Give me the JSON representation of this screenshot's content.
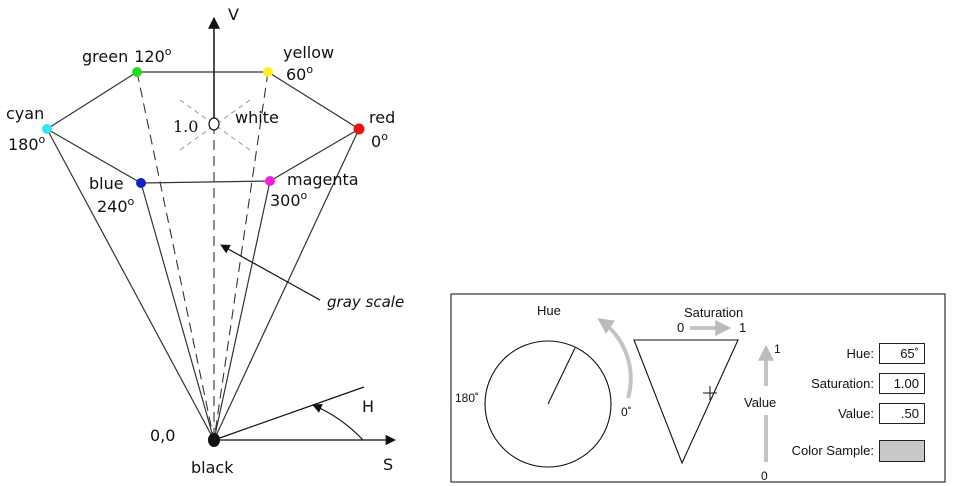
{
  "cone": {
    "axis_v": "V",
    "axis_s": "S",
    "angle_h": "H",
    "origin": "0,0",
    "black_label": "black",
    "white_label": "white",
    "white_value": "1.0",
    "gray_scale_label": "gray scale",
    "vertices": [
      {
        "name": "green",
        "deg": "120",
        "color": "#22dd22"
      },
      {
        "name": "yellow",
        "deg": "60",
        "color": "#ffee22"
      },
      {
        "name": "red",
        "deg": "0",
        "color": "#ee1111"
      },
      {
        "name": "cyan",
        "deg": "180",
        "color": "#33e5ee"
      },
      {
        "name": "blue",
        "deg": "240",
        "color": "#1122cc"
      },
      {
        "name": "magenta",
        "deg": "300",
        "color": "#ee22dd"
      }
    ],
    "degree_mark": "o"
  },
  "picker": {
    "hue_title": "Hue",
    "saturation_title": "Saturation",
    "sat_min": "0",
    "sat_max": "1",
    "label_180": "180˚",
    "label_0": "0˚",
    "value_axis_label": "Value",
    "value_top": "1",
    "value_bottom": "0",
    "fields": {
      "hue_label": "Hue:",
      "hue_value": "65˚",
      "saturation_label": "Saturation:",
      "saturation_value": "1.00",
      "value_label": "Value:",
      "value_value": ".50",
      "color_sample_label": "Color Sample:"
    },
    "sample_color": "#c8c8c8"
  }
}
